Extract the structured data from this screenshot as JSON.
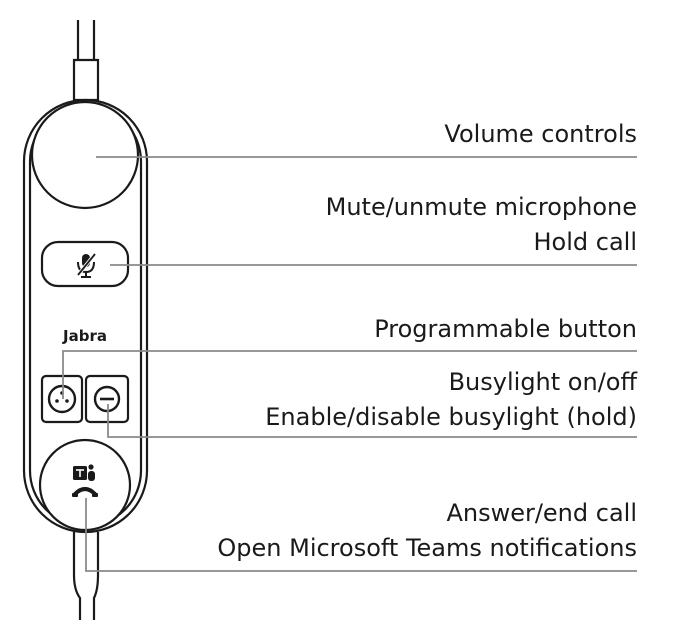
{
  "device": {
    "brand_label": "Jabra"
  },
  "callouts": {
    "volume": {
      "line1": "Volume controls"
    },
    "mute": {
      "line1": "Mute/unmute microphone",
      "line2": "Hold call"
    },
    "programmable": {
      "line1": "Programmable button"
    },
    "busylight": {
      "line1": "Busylight on/off",
      "line2": "Enable/disable busylight (hold)"
    },
    "teams": {
      "line1": "Answer/end call",
      "line2": "Open Microsoft Teams notifications"
    }
  },
  "icons": {
    "mute_button": "microphone-muted-icon",
    "programmable_button": "dots-circle-icon",
    "busylight_button": "minus-circle-icon",
    "teams_button": "teams-icon"
  },
  "colors": {
    "outline": "#1a1a1a",
    "leader_line": "#8a8a8a",
    "text": "#1a1a1a"
  }
}
